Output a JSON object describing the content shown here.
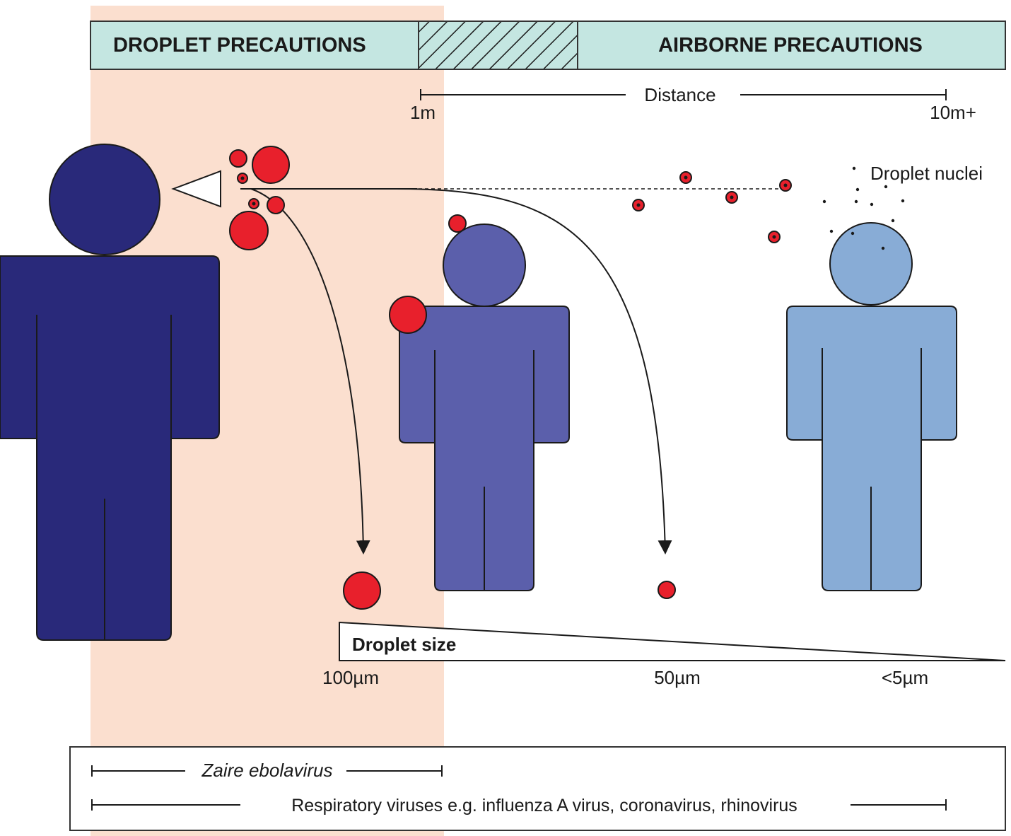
{
  "precautions": {
    "droplet_label": "DROPLET PRECAUTIONS",
    "airborne_label": "AIRBORNE PRECAUTIONS"
  },
  "distance": {
    "label": "Distance",
    "start_label": "1m",
    "end_label": "10m+"
  },
  "droplet_nuclei_label": "Droplet nuclei",
  "droplet_size": {
    "label": "Droplet size",
    "ticks": [
      "100µm",
      "50µm",
      "<5µm"
    ]
  },
  "legend": {
    "ebola_label": "Zaire ebolavirus",
    "respiratory_label": "Respiratory viruses e.g. influenza A virus, coronavirus, rhinovirus"
  },
  "colors": {
    "droplet_zone": "#fbdfcf",
    "precaution_bar": "#c4e6e1",
    "person_source": "#29297a",
    "person_near": "#5b5fab",
    "person_far": "#88acd6",
    "droplet": "#e8202c"
  }
}
